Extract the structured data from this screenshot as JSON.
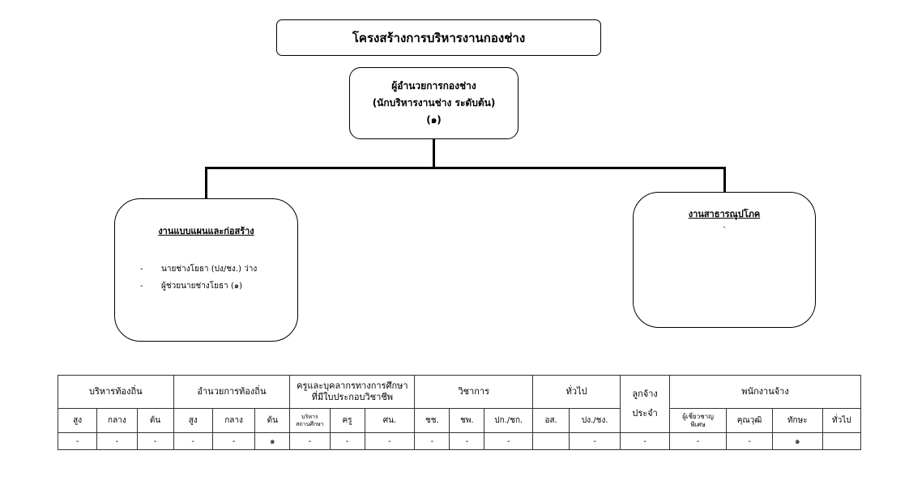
{
  "title": "โครงสร้างการบริหารงานกองช่าง",
  "head": {
    "line1": "ผู้อำนวยการกองช่าง",
    "line2": "(นักบริหารงานช่าง ระดับต้น)",
    "line3": "(๑)"
  },
  "left_unit": {
    "title": "งานแบบแผนและก่อสร้าง",
    "items": [
      {
        "bullet": "-",
        "text": "นายช่างโยธา (ปง/ชง.) ว่าง"
      },
      {
        "bullet": "-",
        "text": "ผู้ช่วยนายช่างโยธา  (๑)"
      }
    ]
  },
  "right_unit": {
    "title": "งานสาธารณูปโภค",
    "placeholder": "-"
  },
  "table": {
    "groups": {
      "admin_local": "บริหารท้องถิ่น",
      "director_local": "อำนวยการท้องถิ่น",
      "teachers_1": "ครูและบุคลากรทางการศึกษา",
      "teachers_2": "ที่มีใบประกอบวิชาชีพ",
      "academic": "วิชาการ",
      "general": "ทั่วไป",
      "permanent_1": "ลูกจ้าง",
      "permanent_2": "ประจำ",
      "contract": "พนักงานจ้าง"
    },
    "sub": {
      "admin_high": "สูง",
      "admin_mid": "กลาง",
      "admin_low": "ต้น",
      "dir_high": "สูง",
      "dir_mid": "กลาง",
      "dir_low": "ต้น",
      "t_exec_1": "บริหาร",
      "t_exec_2": "สถานศึกษา",
      "t_teacher": "ครู",
      "t_supervisor": "ศน.",
      "a_cc": "ชช.",
      "a_cp": "ชพ.",
      "a_pk": "ปก./ชก.",
      "g_os": "อส.",
      "g_pg": "ปง./ชง.",
      "c_expert_1": "ผู้เชี่ยวชาญ",
      "c_expert_2": "พิเศษ",
      "c_qual": "คุณวุฒิ",
      "c_skill": "ทักษะ",
      "c_general": "ทั่วไป"
    },
    "values": [
      "-",
      "-",
      "-",
      "-",
      "-",
      "๑",
      "-",
      "-",
      "-",
      "-",
      "-",
      "-",
      "",
      "-",
      "-",
      "-",
      "-",
      "๑",
      ""
    ]
  }
}
